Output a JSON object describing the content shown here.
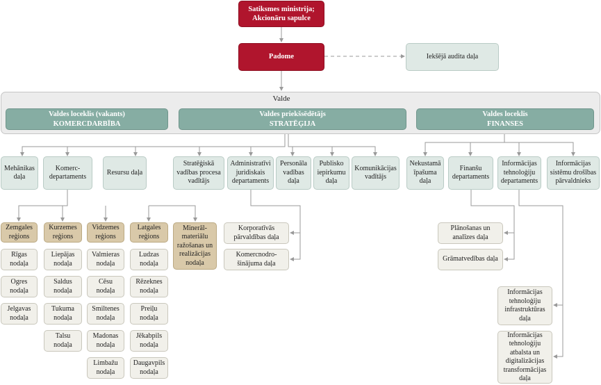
{
  "top": {
    "ministry": "Satiksmes ministrija; Akcionāru sapulce",
    "council": "Padome",
    "audit": "Iekšējā audita daļa"
  },
  "board": {
    "label": "Valde",
    "left_title": "Valdes loceklis (vakants)",
    "left_sub": "KOMERCDARBĪBA",
    "center_title": "Valdes priekšsēdētājs",
    "center_sub": "STRATĒĢIJA",
    "right_title": "Valdes loceklis",
    "right_sub": "FINANSES"
  },
  "units": {
    "mech": "Mehānikas daļa",
    "komerc": "Komerc-departaments",
    "resursu": "Resursu daļa",
    "strat": "Stratēģiskā vadības procesa vadītājs",
    "admin": "Administratīvi juridiskais departaments",
    "personal": "Personāla vadības daļa",
    "publisko": "Publisko iepirkumu daļa",
    "komunik": "Komunikācijas vadītājs",
    "nekust": "Nekustamā īpašuma daļa",
    "finansu": "Finanšu departaments",
    "it": "Informācijas tehnoloģiju departaments",
    "sec": "Informācijas sistēmu drošības pārvaldnieks"
  },
  "regions": {
    "zemgale": "Zemgales reģions",
    "kurzeme": "Kurzemes reģions",
    "vidzeme": "Vidzemes reģions",
    "latgale": "Latgales reģions",
    "mineral": "Minerāl-materiālu ražošanas un realizācijas nodaļa"
  },
  "branches": {
    "zemgale": [
      "Rīgas nodaļa",
      "Ogres nodaļa",
      "Jelgavas nodaļa"
    ],
    "kurzeme": [
      "Liepājas nodaļa",
      "Saldus nodaļa",
      "Tukuma nodaļa",
      "Talsu nodaļa"
    ],
    "vidzeme": [
      "Valmieras nodaļa",
      "Cēsu nodaļa",
      "Smiltenes nodaļa",
      "Madonas nodaļa",
      "Limbažu nodaļa"
    ],
    "latgale": [
      "Ludzas nodaļa",
      "Rēzeknes nodaļa",
      "Preiļu nodaļa",
      "Jēkabpils nodaļa",
      "Daugavpils nodaļa"
    ]
  },
  "admin_sub": {
    "corp": "Korporatīvās pārvaldības daļa",
    "trade": "Komercnodro-šinājuma daļa"
  },
  "fin_sub": {
    "plan": "Plānošanas un analīzes daļa",
    "acct": "Grāmatvedības daļa"
  },
  "it_sub": {
    "infra": "Informācijas tehnoloģiju infrastruktūras daļa",
    "support": "Informācijas tehnoloģiju atbalsta un digitalizācijas transformācijas daļa"
  },
  "colors": {
    "red": "#b0152d",
    "teal_dark": "#86ada3",
    "teal_light": "#dfe9e5",
    "tan": "#d9c9a9",
    "plain": "#f1f0ea",
    "line": "#9a9a9a"
  }
}
